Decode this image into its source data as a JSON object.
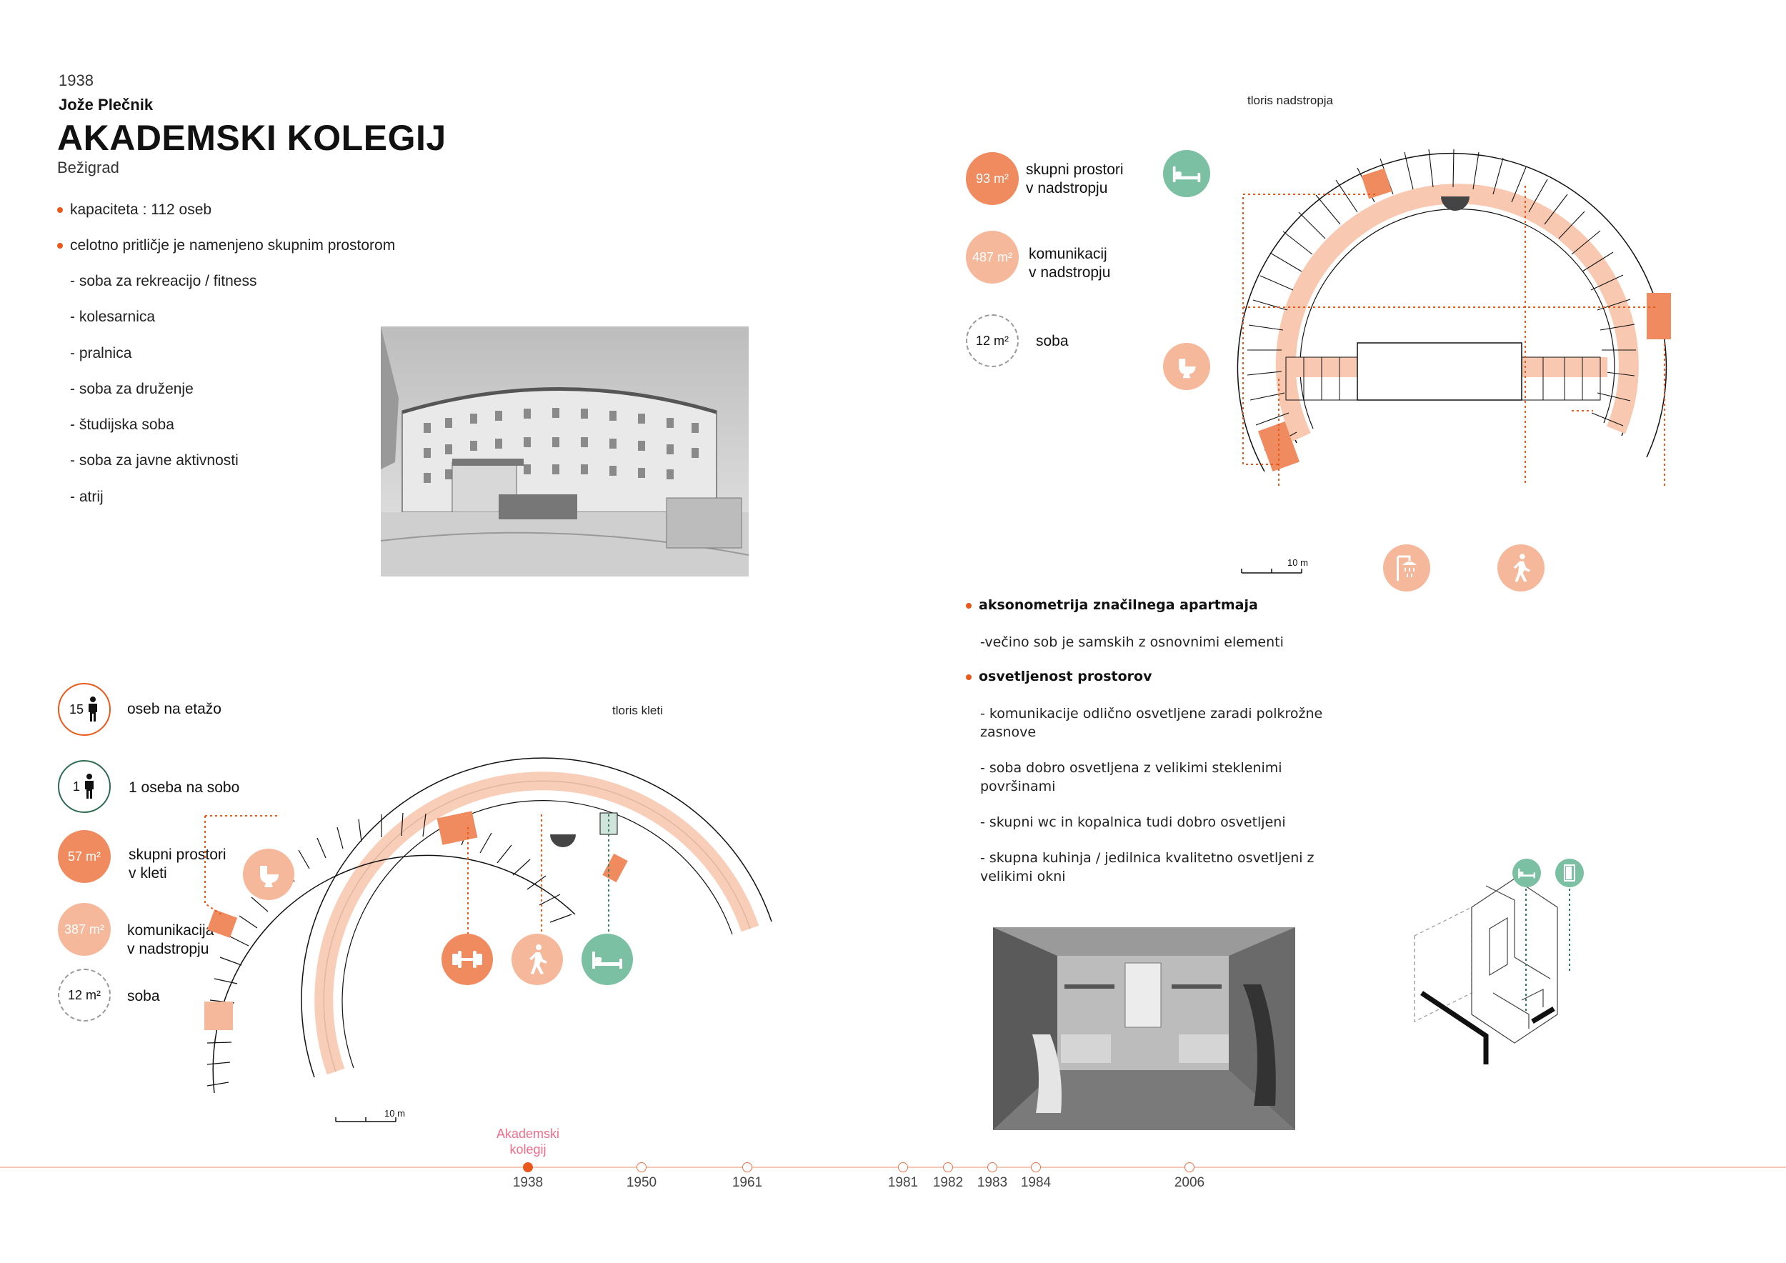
{
  "header": {
    "year": "1938",
    "architect": "Jože Plečnik",
    "title": "AKADEMSKI KOLEGIJ",
    "location": "Bežigrad"
  },
  "features": {
    "capacity": "kapaciteta : 112 oseb",
    "ground_floor": "celotno pritličje je namenjeno skupnim prostorom",
    "rooms": [
      "- soba za rekreacijo / fitness",
      "- kolesarnica",
      "- pralnica",
      "- soba za druženje",
      "- študijska soba",
      "- soba za javne aktivnosti",
      "- atrij"
    ]
  },
  "legend_lower": {
    "persons_floor_num": "15",
    "persons_floor_label": "oseb na etažo",
    "persons_room_num": "1",
    "persons_room_label": "1 oseba na sobo",
    "common_area": "57 m²",
    "common_label_1": "skupni prostori",
    "common_label_2": "v kleti",
    "comm_area": "387 m²",
    "comm_label_1": "komunikacija",
    "comm_label_2": "v nadstropju",
    "room_area": "12 m²",
    "room_label": "soba"
  },
  "legend_upper": {
    "common_area": "93 m²",
    "common_label_1": "skupni prostori",
    "common_label_2": "v nadstropju",
    "comm_area": "487 m²",
    "comm_label_1": "komunikacij",
    "comm_label_2": "v nadstropju",
    "room_area": "12 m²",
    "room_label": "soba"
  },
  "plans": {
    "basement_label": "tloris kleti",
    "upper_label": "tloris nadstropja",
    "scale_label": "10 m"
  },
  "right_text": {
    "axo_head": "aksonometrija značilnega apartmaja",
    "axo_text": "-večino sob je samskih z osnovnimi elementi",
    "light_head": "osvetljenost prostorov",
    "light_1a": "- komunikacije odlično osvetljene zaradi polkrožne",
    "light_1b": "zasnove",
    "light_2a": "- soba dobro osvetljena z velikimi steklenimi",
    "light_2b": "površinami",
    "light_3": "- skupni wc in kopalnica tudi dobro osvetljeni",
    "light_4a": "- skupna kuhinja / jedilnica kvalitetno osvetljeni  z",
    "light_4b": "velikimi okni"
  },
  "timeline": {
    "active_label_1": "Akademski",
    "active_label_2": "kolegij",
    "years": [
      "1938",
      "1950",
      "1961",
      "1981",
      "1982",
      "1983",
      "1984",
      "2006"
    ]
  },
  "colors": {
    "accent": "#e85a1c",
    "orange_dark": "#ef8b5f",
    "orange_light": "#f5b89b",
    "peach_fill": "#f8c9b0",
    "green": "#7cc0a3",
    "timeline_pink": "#ef6f8a"
  },
  "icons": [
    "person-icon",
    "toilet-icon",
    "dumbbell-icon",
    "walking-icon",
    "bed-icon",
    "shower-icon",
    "door-icon"
  ]
}
